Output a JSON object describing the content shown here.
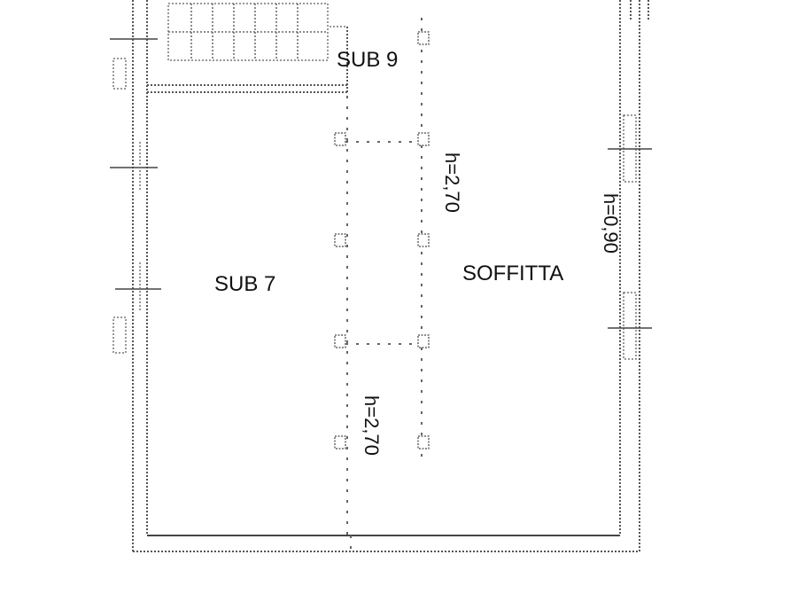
{
  "labels": {
    "sub9": "SUB 9",
    "sub7": "SUB 7",
    "soffitta": "SOFFITTA",
    "height_upper": "h=2,70",
    "height_lower": "h=2,70",
    "height_right": "h=0,90"
  },
  "colors": {
    "line": "#555555",
    "text": "#111111",
    "background": "#ffffff"
  }
}
